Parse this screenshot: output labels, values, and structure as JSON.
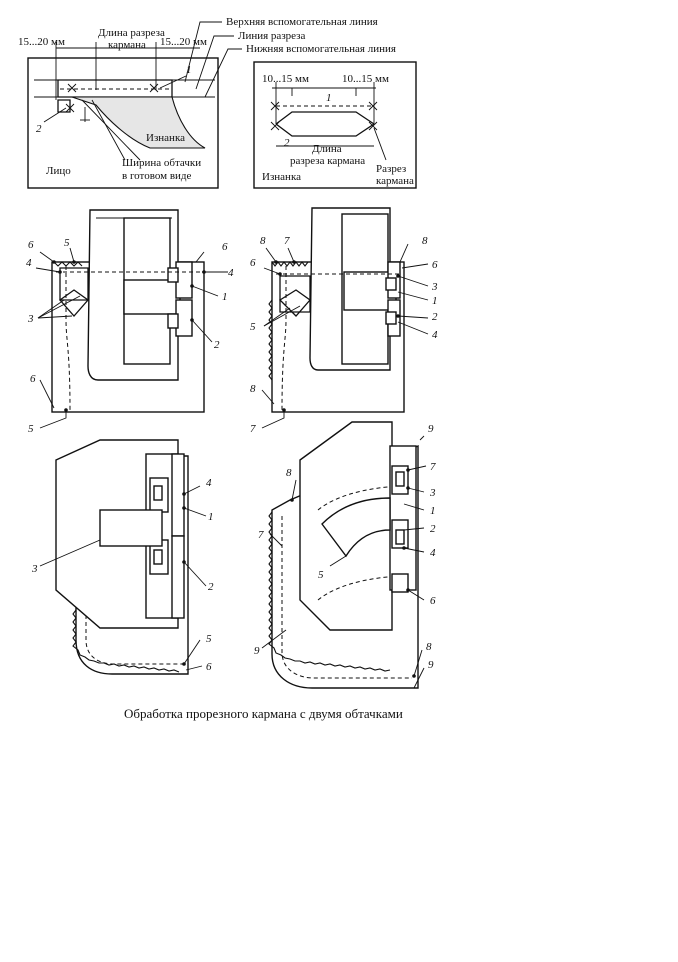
{
  "top_left": {
    "dim_left": "15...20 мм",
    "dim_slit_line1": "Длина разреза",
    "dim_slit_line2": "кармана",
    "dim_right": "15...20 мм",
    "leader_upper_aux": "Верхняя вспомогательная линия",
    "leader_cut": "Линия разреза",
    "leader_lower_aux": "Нижняя вспомогательная линия",
    "num_1": "1",
    "num_2": "2",
    "wrong_side": "Изнанка",
    "right_side": "Лицо",
    "facing_width_line1": "Ширина обтачки",
    "facing_width_line2": "в готовом виде"
  },
  "top_right": {
    "dim_left": "10...15 мм",
    "dim_right": "10...15 мм",
    "num_1": "1",
    "num_2": "2",
    "slit_len_line1": "Длина",
    "slit_len_line2": "разреза кармана",
    "wrong_side": "Изнанка",
    "slit_line1": "Разрез",
    "slit_line2": "кармана"
  },
  "fig3": {
    "n6a": "6",
    "n5a": "5",
    "n4a": "4",
    "n3": "3",
    "n6b": "6",
    "n4b": "4",
    "n1": "1",
    "n2": "2",
    "n6c": "6",
    "n5b": "5"
  },
  "fig4": {
    "n8a": "8",
    "n7a": "7",
    "n6a": "6",
    "n5": "5",
    "n8b": "8",
    "n8c": "8",
    "n6b": "6",
    "n3": "3",
    "n1": "1",
    "n2": "2",
    "n4": "4",
    "n7b": "7"
  },
  "fig5": {
    "n4": "4",
    "n1": "1",
    "n3": "3",
    "n2": "2",
    "n5": "5",
    "n6": "6"
  },
  "fig6": {
    "n9a": "9",
    "n8a": "8",
    "n7a": "7",
    "n7b": "7",
    "n3": "3",
    "n1": "1",
    "n2": "2",
    "n4": "4",
    "n5": "5",
    "n6": "6",
    "n9b": "9",
    "n8b": "8",
    "n9c": "9"
  },
  "caption": "Обработка прорезного кармана с двумя обтачками"
}
